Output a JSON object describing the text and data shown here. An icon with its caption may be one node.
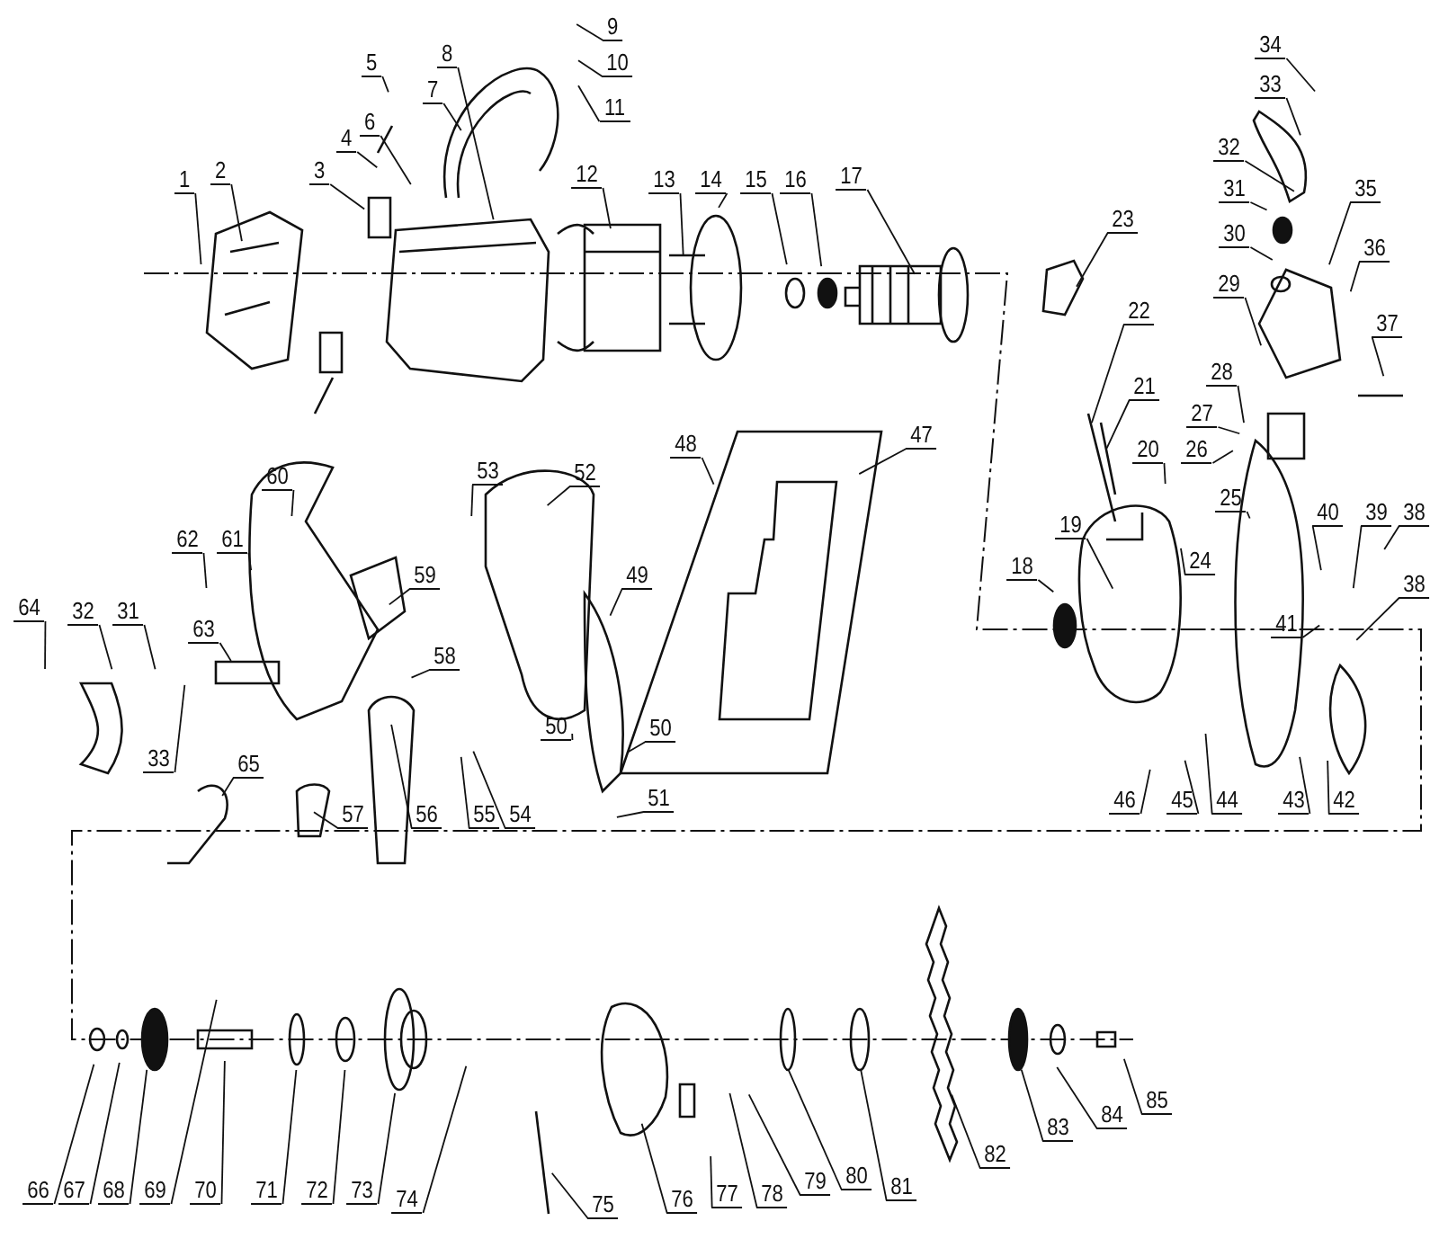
{
  "diagram": {
    "nodes": [
      {
        "text": [
          "1"
        ]
      },
      {
        "text": [
          "2"
        ]
      },
      {
        "text": [
          "3"
        ]
      },
      {
        "text": [
          "4"
        ]
      },
      {
        "text": [
          "5"
        ]
      },
      {
        "text": [
          "6"
        ]
      },
      {
        "text": [
          "7"
        ]
      },
      {
        "text": [
          "8"
        ]
      },
      {
        "text": [
          "9"
        ]
      },
      {
        "text": [
          "10"
        ]
      },
      {
        "text": [
          "11"
        ]
      },
      {
        "text": [
          "12"
        ]
      },
      {
        "text": [
          "13"
        ]
      },
      {
        "text": [
          "14"
        ]
      },
      {
        "text": [
          "15"
        ]
      },
      {
        "text": [
          "16"
        ]
      },
      {
        "text": [
          "17"
        ]
      },
      {
        "text": [
          "18"
        ]
      },
      {
        "text": [
          "19"
        ]
      },
      {
        "text": [
          "20"
        ]
      },
      {
        "text": [
          "21"
        ]
      },
      {
        "text": [
          "22"
        ]
      },
      {
        "text": [
          "23"
        ]
      },
      {
        "text": [
          "24"
        ]
      },
      {
        "text": [
          "25"
        ]
      },
      {
        "text": [
          "26"
        ]
      },
      {
        "text": [
          "27"
        ]
      },
      {
        "text": [
          "28"
        ]
      },
      {
        "text": [
          "29"
        ]
      },
      {
        "text": [
          "30"
        ]
      },
      {
        "text": [
          "31"
        ]
      },
      {
        "text": [
          "32"
        ]
      },
      {
        "text": [
          "33"
        ]
      },
      {
        "text": [
          "34"
        ]
      },
      {
        "text": [
          "35"
        ]
      },
      {
        "text": [
          "36"
        ]
      },
      {
        "text": [
          "37"
        ]
      },
      {
        "text": [
          "38"
        ]
      },
      {
        "text": [
          "39"
        ]
      },
      {
        "text": [
          "40"
        ]
      },
      {
        "text": [
          "41"
        ]
      },
      {
        "text": [
          "38"
        ]
      },
      {
        "text": [
          "42"
        ]
      },
      {
        "text": [
          "43"
        ]
      },
      {
        "text": [
          "44"
        ]
      },
      {
        "text": [
          "45"
        ]
      },
      {
        "text": [
          "46"
        ]
      },
      {
        "text": [
          "47"
        ]
      },
      {
        "text": [
          "48"
        ]
      },
      {
        "text": [
          "49"
        ]
      },
      {
        "text": [
          "50"
        ]
      },
      {
        "text": [
          "50"
        ]
      },
      {
        "text": [
          "51"
        ]
      },
      {
        "text": [
          "52"
        ]
      },
      {
        "text": [
          "53"
        ]
      },
      {
        "text": [
          "54"
        ]
      },
      {
        "text": [
          "55"
        ]
      },
      {
        "text": [
          "56"
        ]
      },
      {
        "text": [
          "57"
        ]
      },
      {
        "text": [
          "58"
        ]
      },
      {
        "text": [
          "59"
        ]
      },
      {
        "text": [
          "60"
        ]
      },
      {
        "text": [
          "61"
        ]
      },
      {
        "text": [
          "62"
        ]
      },
      {
        "text": [
          "63"
        ]
      },
      {
        "text": [
          "64"
        ]
      },
      {
        "text": [
          "32"
        ]
      },
      {
        "text": [
          "31"
        ]
      },
      {
        "text": [
          "33"
        ]
      },
      {
        "text": [
          "65"
        ]
      },
      {
        "text": [
          "66"
        ]
      },
      {
        "text": [
          "67"
        ]
      },
      {
        "text": [
          "68"
        ]
      },
      {
        "text": [
          "69"
        ]
      },
      {
        "text": [
          "70"
        ]
      },
      {
        "text": [
          "71"
        ]
      },
      {
        "text": [
          "72"
        ]
      },
      {
        "text": [
          "73"
        ]
      },
      {
        "text": [
          "74"
        ]
      },
      {
        "text": [
          "75"
        ]
      },
      {
        "text": [
          "76"
        ]
      },
      {
        "text": [
          "77"
        ]
      },
      {
        "text": [
          "78"
        ]
      },
      {
        "text": [
          "79"
        ]
      },
      {
        "text": [
          "80"
        ]
      },
      {
        "text": [
          "81"
        ]
      },
      {
        "text": [
          "82"
        ]
      },
      {
        "text": [
          "83"
        ]
      },
      {
        "text": [
          "84"
        ]
      },
      {
        "text": [
          "85"
        ]
      }
    ],
    "edges": [
      {
        "from": 0,
        "to": null,
        "arrow": "none"
      },
      {
        "from": 1,
        "to": null,
        "arrow": "none"
      },
      {
        "from": 2,
        "to": null,
        "arrow": "none"
      },
      {
        "from": 3,
        "to": null,
        "arrow": "none"
      },
      {
        "from": 4,
        "to": null,
        "arrow": "none"
      },
      {
        "from": 5,
        "to": null,
        "arrow": "none"
      },
      {
        "from": 6,
        "to": null,
        "arrow": "none"
      },
      {
        "from": 7,
        "to": null,
        "arrow": "none"
      },
      {
        "from": 8,
        "to": null,
        "arrow": "none"
      },
      {
        "from": 9,
        "to": null,
        "arrow": "none"
      },
      {
        "from": 10,
        "to": null,
        "arrow": "none"
      },
      {
        "from": 11,
        "to": null,
        "arrow": "none"
      },
      {
        "from": 12,
        "to": null,
        "arrow": "none"
      },
      {
        "from": 13,
        "to": null,
        "arrow": "none"
      },
      {
        "from": 14,
        "to": null,
        "arrow": "none"
      },
      {
        "from": 15,
        "to": null,
        "arrow": "none"
      },
      {
        "from": 16,
        "to": null,
        "arrow": "none"
      },
      {
        "from": 17,
        "to": null,
        "arrow": "none"
      },
      {
        "from": 18,
        "to": null,
        "arrow": "none"
      },
      {
        "from": 19,
        "to": null,
        "arrow": "none"
      },
      {
        "from": 20,
        "to": null,
        "arrow": "none"
      },
      {
        "from": 21,
        "to": null,
        "arrow": "none"
      },
      {
        "from": 22,
        "to": null,
        "arrow": "none"
      },
      {
        "from": 23,
        "to": null,
        "arrow": "none"
      },
      {
        "from": 24,
        "to": null,
        "arrow": "none"
      },
      {
        "from": 25,
        "to": null,
        "arrow": "none"
      },
      {
        "from": 26,
        "to": null,
        "arrow": "none"
      },
      {
        "from": 27,
        "to": null,
        "arrow": "none"
      },
      {
        "from": 28,
        "to": null,
        "arrow": "none"
      },
      {
        "from": 29,
        "to": null,
        "arrow": "none"
      },
      {
        "from": 30,
        "to": null,
        "arrow": "none"
      },
      {
        "from": 31,
        "to": null,
        "arrow": "none"
      },
      {
        "from": 32,
        "to": null,
        "arrow": "none"
      },
      {
        "from": 33,
        "to": null,
        "arrow": "none"
      },
      {
        "from": 34,
        "to": null,
        "arrow": "none"
      },
      {
        "from": 35,
        "to": null,
        "arrow": "none"
      },
      {
        "from": 36,
        "to": null,
        "arrow": "none"
      },
      {
        "from": 37,
        "to": null,
        "arrow": "none"
      },
      {
        "from": 38,
        "to": null,
        "arrow": "none"
      },
      {
        "from": 39,
        "to": null,
        "arrow": "none"
      },
      {
        "from": 40,
        "to": null,
        "arrow": "none"
      },
      {
        "from": 41,
        "to": null,
        "arrow": "none"
      },
      {
        "from": 42,
        "to": null,
        "arrow": "none"
      },
      {
        "from": 43,
        "to": null,
        "arrow": "none"
      },
      {
        "from": 44,
        "to": null,
        "arrow": "none"
      },
      {
        "from": 45,
        "to": null,
        "arrow": "none"
      },
      {
        "from": 46,
        "to": null,
        "arrow": "none"
      },
      {
        "from": 47,
        "to": null,
        "arrow": "none"
      },
      {
        "from": 48,
        "to": null,
        "arrow": "none"
      },
      {
        "from": 49,
        "to": null,
        "arrow": "none"
      },
      {
        "from": 50,
        "to": null,
        "arrow": "none"
      },
      {
        "from": 51,
        "to": null,
        "arrow": "none"
      },
      {
        "from": 52,
        "to": null,
        "arrow": "none"
      },
      {
        "from": 53,
        "to": null,
        "arrow": "none"
      },
      {
        "from": 54,
        "to": null,
        "arrow": "none"
      },
      {
        "from": 55,
        "to": null,
        "arrow": "none"
      },
      {
        "from": 56,
        "to": null,
        "arrow": "none"
      },
      {
        "from": 57,
        "to": null,
        "arrow": "none"
      },
      {
        "from": 58,
        "to": null,
        "arrow": "none"
      },
      {
        "from": 59,
        "to": null,
        "arrow": "none"
      },
      {
        "from": 60,
        "to": null,
        "arrow": "none"
      },
      {
        "from": 61,
        "to": null,
        "arrow": "none"
      },
      {
        "from": 62,
        "to": null,
        "arrow": "none"
      },
      {
        "from": 63,
        "to": null,
        "arrow": "none"
      },
      {
        "from": 64,
        "to": null,
        "arrow": "none"
      },
      {
        "from": 65,
        "to": null,
        "arrow": "none"
      },
      {
        "from": 66,
        "to": null,
        "arrow": "none"
      },
      {
        "from": 67,
        "to": null,
        "arrow": "none"
      },
      {
        "from": 68,
        "to": null,
        "arrow": "none"
      },
      {
        "from": 69,
        "to": null,
        "arrow": "none"
      },
      {
        "from": 70,
        "to": null,
        "arrow": "none"
      },
      {
        "from": 71,
        "to": null,
        "arrow": "none"
      },
      {
        "from": 72,
        "to": null,
        "arrow": "none"
      },
      {
        "from": 73,
        "to": null,
        "arrow": "none"
      },
      {
        "from": 74,
        "to": null,
        "arrow": "none"
      },
      {
        "from": 75,
        "to": null,
        "arrow": "none"
      },
      {
        "from": 76,
        "to": null,
        "arrow": "none"
      },
      {
        "from": 77,
        "to": null,
        "arrow": "none"
      },
      {
        "from": 78,
        "to": null,
        "arrow": "none"
      },
      {
        "from": 79,
        "to": null,
        "arrow": "none"
      },
      {
        "from": 80,
        "to": null,
        "arrow": "none"
      },
      {
        "from": 81,
        "to": null,
        "arrow": "none"
      },
      {
        "from": 82,
        "to": null,
        "arrow": "none"
      },
      {
        "from": 83,
        "to": null,
        "arrow": "none"
      },
      {
        "from": 84,
        "to": null,
        "arrow": "none"
      },
      {
        "from": 85,
        "to": null,
        "arrow": "none"
      },
      {
        "from": 86,
        "to": null,
        "arrow": "none"
      },
      {
        "from": 87,
        "to": null,
        "arrow": "none"
      },
      {
        "from": 88,
        "to": null,
        "arrow": "none"
      },
      {
        "from": 89,
        "to": null,
        "arrow": "none"
      }
    ]
  }
}
